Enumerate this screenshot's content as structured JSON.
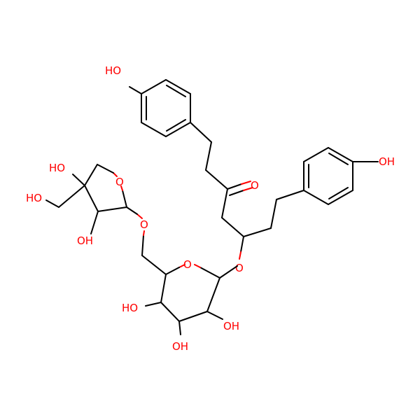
{
  "structure": {
    "atom_labels": {
      "oh_top_phenol": "HO",
      "oh_right_phenol": "OH",
      "oh_furanose_quaternary": "HO",
      "ch2oh_furanose": "HO",
      "oh_furanose_ring": "OH",
      "o_furanose_ring": "O",
      "o_glycosidic_link": "O",
      "o_pyranose_ring": "O",
      "o_chain_ether": "O",
      "o_ketone": "O",
      "oh_pyranose_c4": "HO",
      "oh_pyranose_c2": "OH",
      "oh_pyranose_c3": "OH"
    }
  },
  "colors": {
    "bond": "#000000",
    "heteroatom": "#ff0000"
  }
}
